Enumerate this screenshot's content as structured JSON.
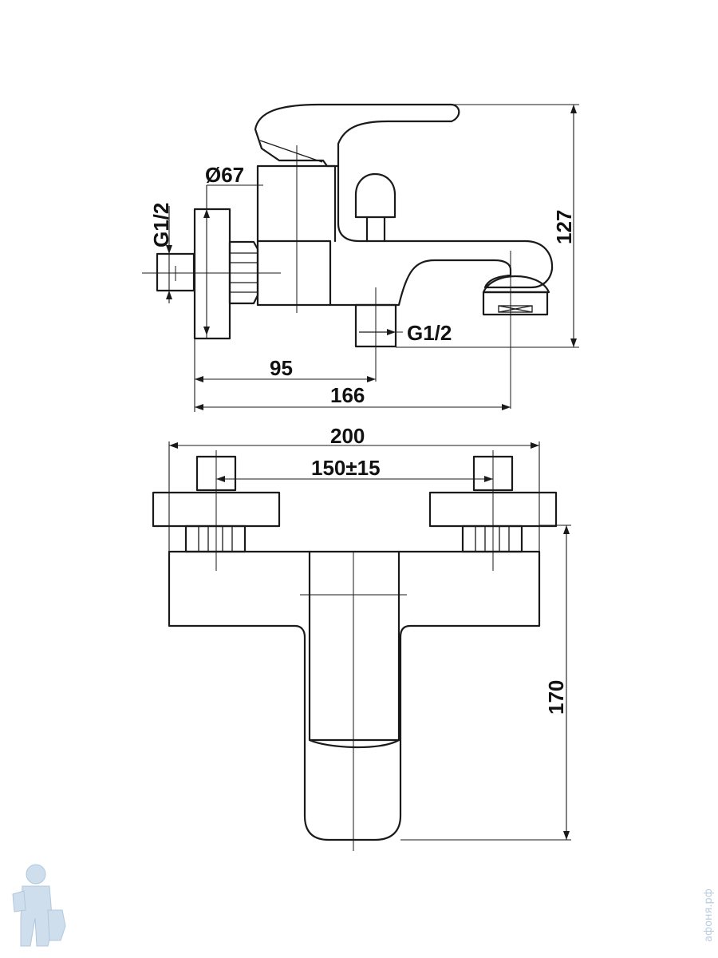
{
  "drawing": {
    "side_view": {
      "dim_diameter": "Ø67",
      "dim_inlet_thread": "G1/2",
      "dim_outlet_thread": "G1/2",
      "dim_height": "127",
      "dim_inlet_to_outlet": "95",
      "dim_total_depth": "166"
    },
    "front_view": {
      "dim_total_width": "200",
      "dim_inlet_spacing": "150±15",
      "dim_total_height": "170"
    }
  },
  "watermark": {
    "text": "афоня.рф"
  }
}
